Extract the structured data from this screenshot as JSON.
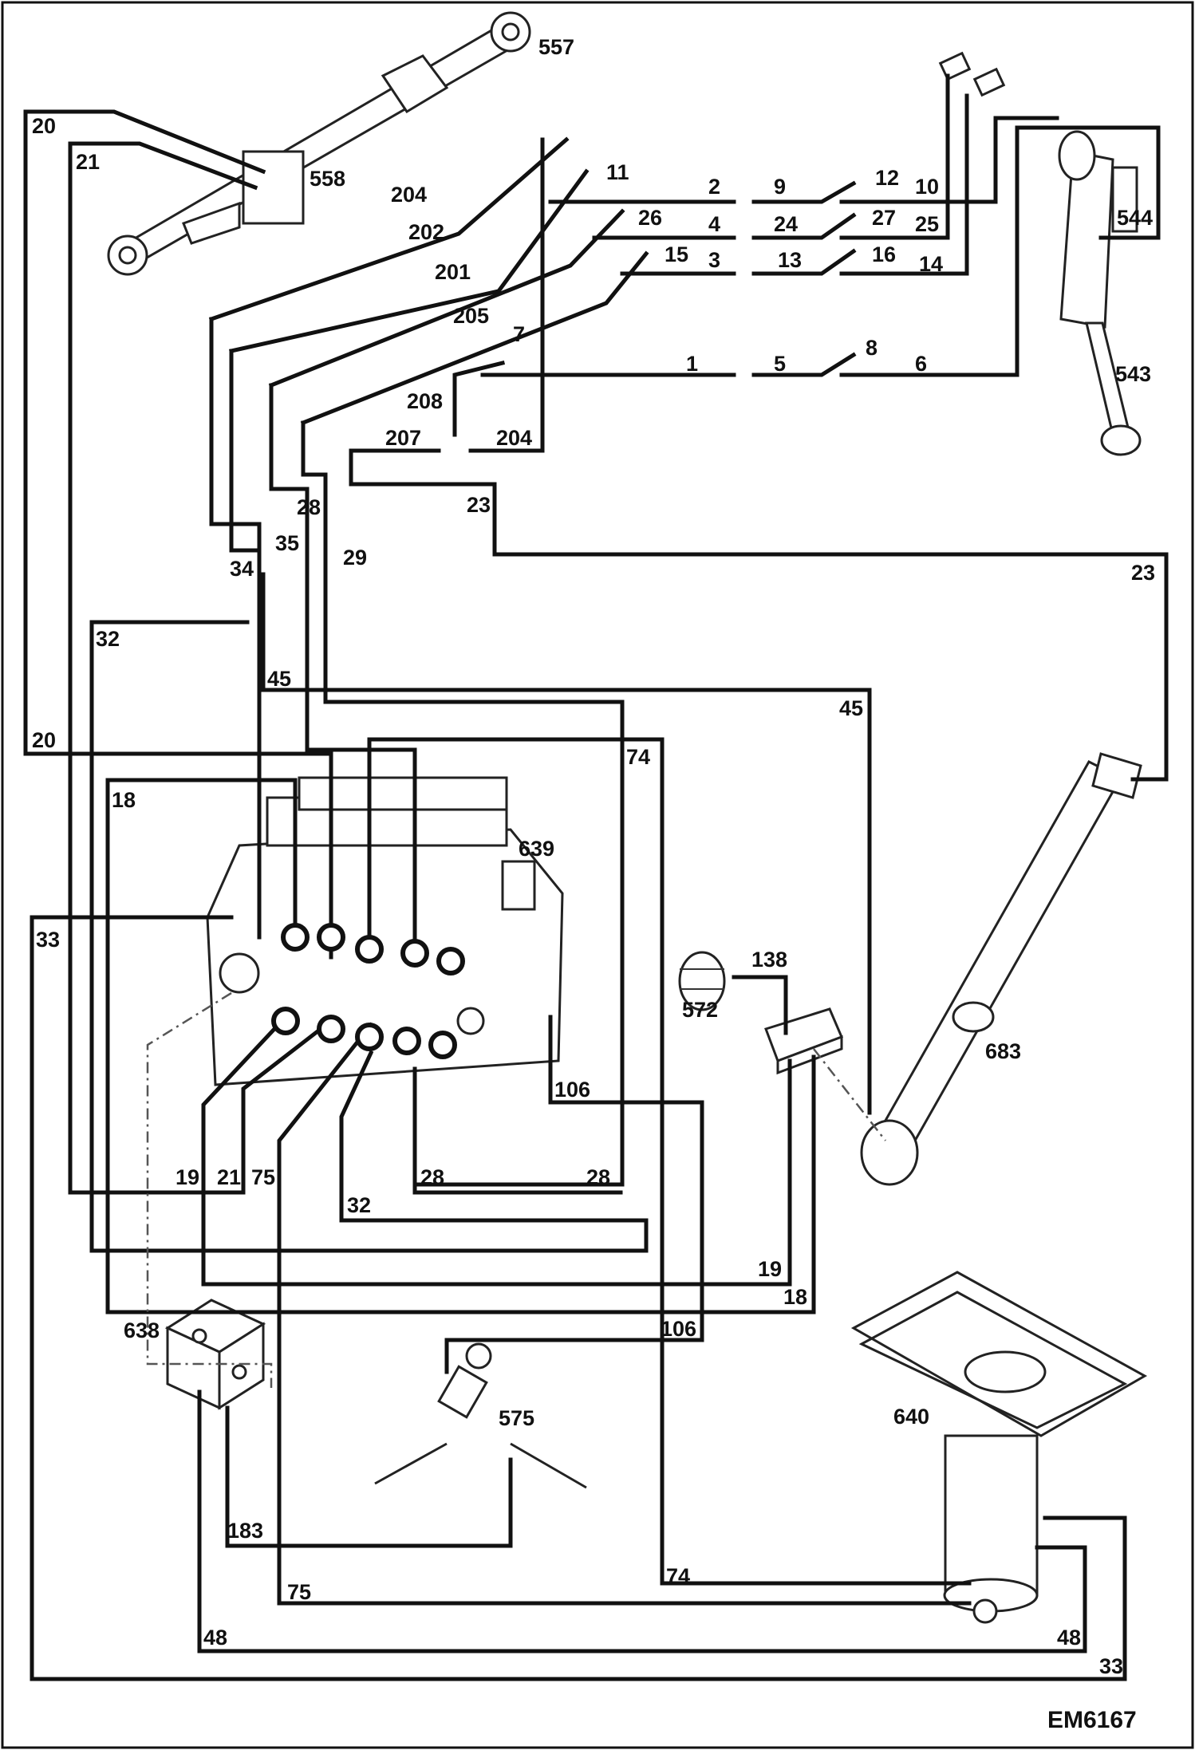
{
  "figure_ref": "EM6167",
  "components": {
    "c557": "557",
    "c558": "558",
    "c544": "544",
    "c543": "543",
    "c639": "639",
    "c572": "572",
    "c138": "138",
    "c683": "683",
    "c638": "638",
    "c575": "575",
    "c640": "640"
  },
  "hoses": {
    "h20a": "20",
    "h21a": "21",
    "h204a": "204",
    "h202": "202",
    "h201": "201",
    "h205": "205",
    "h11": "11",
    "h2": "2",
    "h9": "9",
    "h12": "12",
    "h10": "10",
    "h26": "26",
    "h4": "4",
    "h24": "24",
    "h27": "27",
    "h25": "25",
    "h15": "15",
    "h3": "3",
    "h13": "13",
    "h16": "16",
    "h14": "14",
    "h7": "7",
    "h1": "1",
    "h5": "5",
    "h8": "8",
    "h6": "6",
    "h208": "208",
    "h207": "207",
    "h204b": "204",
    "h23a": "23",
    "h23b": "23",
    "h28a": "28",
    "h35": "35",
    "h29": "29",
    "h34": "34",
    "h32a": "32",
    "h45a": "45",
    "h45b": "45",
    "h20b": "20",
    "h74a": "74",
    "h18a": "18",
    "h33a": "33",
    "h106a": "106",
    "h19a": "19",
    "h21b": "21",
    "h75a": "75",
    "h28b": "28",
    "h28c": "28",
    "h32b": "32",
    "h19b": "19",
    "h18b": "18",
    "h106b": "106",
    "h183": "183",
    "h74b": "74",
    "h75b": "75",
    "h48a": "48",
    "h48b": "48",
    "h33b": "33"
  }
}
